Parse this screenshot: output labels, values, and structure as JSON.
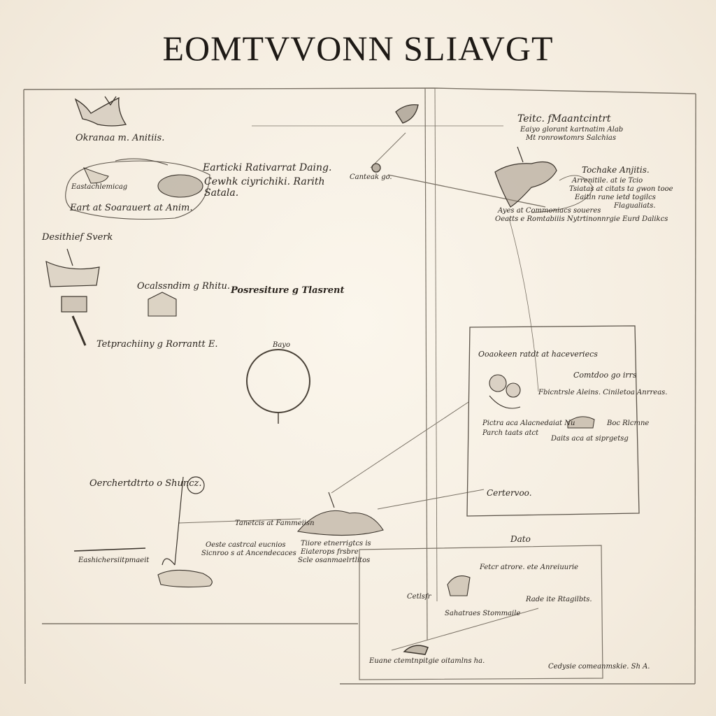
{
  "title": "EOMTVVONN SLIAVGT",
  "labels": {
    "l_top_left_caption": "Okranaa m. Anitiis.",
    "l_cluster_a1": "Earticki Rativarrat Daing.",
    "l_cluster_a2": "Cewhk ciyrichiki. Rarith",
    "l_cluster_a3": "Satala.",
    "l_oval_small": "Eastachlemicag",
    "l_oval_bottom": "Eart at Soarauert at Anim.",
    "l_left_side": "Desithief Sverk",
    "l_building": "Ocalssndim g Rhitu.",
    "l_mid_head": "Posresiture g Tlasrent",
    "l_left_bottom": "Tetprachiiny g Rorrantt E.",
    "l_circle_top": "Bayo",
    "l_cauldron": "Canteak go.",
    "l_top_right_head": "Teitc. fMaantcintrt",
    "l_top_right_sub1": "Eaiyo glorant kartnatim Alab",
    "l_top_right_sub2": "Mt ronrowtomrs Salchias",
    "l_beast_head": "Tochake Anjitis.",
    "l_beast_note1": "Arrenitile. at ie Tcio",
    "l_beast_note2": "Tsiatas at citats ta gwon tooe",
    "l_beast_note3": "Eaitin rane ietd togilcs",
    "l_beast_note4": "Flagualiats.",
    "l_beast_base1": "Ayes at Commoniacs soueres",
    "l_beast_base2": "Oeatts e Romtabiiis Nytrtinonnrgie Eurd Dalikcs",
    "l_panel_head": "Ooaokeen ratdt at haceveriecs",
    "l_panel_sub": "Comtdoo go irrs",
    "l_panel_note1": "Fbicntrsle Aleins. Ciniletoa Anrreas.",
    "l_panel_note2": "Pictra aca Alacnedaiat Nu",
    "l_panel_note3": "Boc Rlcmne",
    "l_panel_note4": "Parch taats atct",
    "l_panel_foot": "Daits aca at siprgetsg",
    "l_cantervoo": "Certervoo.",
    "l_dato": "Dato",
    "l_lower_left_head": "Oerchertdtrto o Shuncz.",
    "l_lower_note1": "Tanetcis at Fammeiisn",
    "l_lower_note2": "Oeste castrcal eucnios",
    "l_lower_note3": "Sicnroo s at Ancendecaces",
    "l_lower_note4": "Tiiore etnerrigtcs is",
    "l_lower_note5": "Eiaterops frsbre",
    "l_lower_note6": "Scle osanmaelrtlitos",
    "l_rod_caption": "Eashichersiitpmaeit",
    "l_br_note1": "Fetcr atrore. ete Anreiuurie",
    "l_br_note2": "Cetlsfr",
    "l_br_note3": "Rade ite Rtagilbts.",
    "l_br_note4": "Sahatraes Stommaile",
    "l_br_foot_left": "Euane ctemtnpitgie oitamlns ha.",
    "l_br_foot_right": "Cedysie comeanmskie. Sh A."
  }
}
